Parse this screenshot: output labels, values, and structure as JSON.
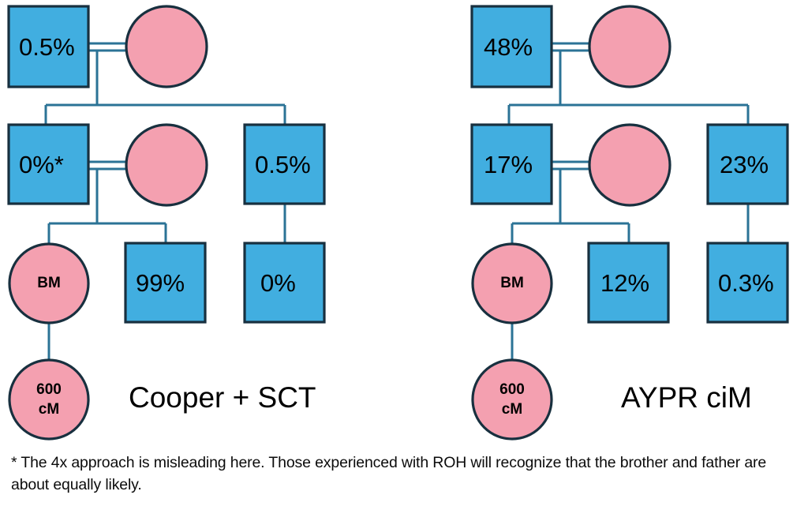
{
  "diagram": {
    "type": "pedigree-comparison",
    "shape_colors": {
      "male_square_fill": "#41aee0",
      "female_circle_fill": "#f4a0b0",
      "node_stroke": "#18303f",
      "link_stroke": "#2b7396",
      "background": "#ffffff",
      "text": "#000000"
    },
    "panels": [
      {
        "id": "left",
        "title": "Cooper + SCT",
        "nodes": [
          {
            "id": "L-g1-father",
            "shape": "square",
            "label": "0.5%"
          },
          {
            "id": "L-g1-mother",
            "shape": "circle",
            "label": ""
          },
          {
            "id": "L-g2-father",
            "shape": "square",
            "label": "0%*"
          },
          {
            "id": "L-g2-mother",
            "shape": "circle",
            "label": ""
          },
          {
            "id": "L-g2-uncle",
            "shape": "square",
            "label": "0.5%"
          },
          {
            "id": "L-g3-bm",
            "shape": "circle",
            "label": "BM"
          },
          {
            "id": "L-g3-brother",
            "shape": "square",
            "label": "99%"
          },
          {
            "id": "L-g3-cousin",
            "shape": "square",
            "label": "0%"
          },
          {
            "id": "L-g4-match",
            "shape": "circle",
            "label": "600\ncM"
          }
        ]
      },
      {
        "id": "right",
        "title": "AYPR ciM",
        "nodes": [
          {
            "id": "R-g1-father",
            "shape": "square",
            "label": "48%"
          },
          {
            "id": "R-g1-mother",
            "shape": "circle",
            "label": ""
          },
          {
            "id": "R-g2-father",
            "shape": "square",
            "label": "17%"
          },
          {
            "id": "R-g2-mother",
            "shape": "circle",
            "label": ""
          },
          {
            "id": "R-g2-uncle",
            "shape": "square",
            "label": "23%"
          },
          {
            "id": "R-g3-bm",
            "shape": "circle",
            "label": "BM"
          },
          {
            "id": "R-g3-brother",
            "shape": "square",
            "label": "12%"
          },
          {
            "id": "R-g3-cousin",
            "shape": "square",
            "label": "0.3%"
          },
          {
            "id": "R-g4-match",
            "shape": "circle",
            "label": "600\ncM"
          }
        ]
      }
    ]
  },
  "labels": {
    "left_panel_title": "Cooper + SCT",
    "right_panel_title": "AYPR ciM",
    "left": {
      "g1_father": "0.5%",
      "g2_father": "0%*",
      "g2_uncle": "0.5%",
      "g3_bm": "BM",
      "g3_brother": "99%",
      "g3_cousin": "0%",
      "g4_match_line1": "600",
      "g4_match_line2": "cM"
    },
    "right": {
      "g1_father": "48%",
      "g2_father": "17%",
      "g2_uncle": "23%",
      "g3_bm": "BM",
      "g3_brother": "12%",
      "g3_cousin": "0.3%",
      "g4_match_line1": "600",
      "g4_match_line2": "cM"
    }
  },
  "footnote": {
    "text": "* The 4x approach is misleading here. Those experienced with ROH will recognize that the brother and father are about equally likely."
  }
}
